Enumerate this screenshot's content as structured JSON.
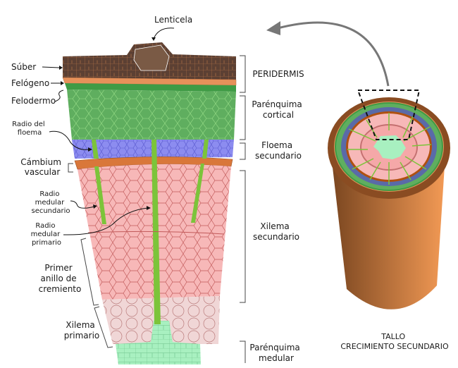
{
  "title": "Tallo crecimiento secundario",
  "left_labels": {
    "lenticela": "Lenticela",
    "suber": "Súber",
    "felogeno": "Felógeno",
    "felodermo": "Felodermo",
    "radio_floema": [
      "Radio del",
      "floema"
    ],
    "cambium": [
      "Cámbium",
      "vascular"
    ],
    "radio_medular_sec": [
      "Radio",
      "medular",
      "secundario"
    ],
    "radio_medular_prim": [
      "Radio",
      "medular",
      "primario"
    ],
    "primer_anillo": [
      "Primer",
      "anillo de",
      "cremiento"
    ],
    "xilema_primario": [
      "Xilema",
      "primario"
    ]
  },
  "right_labels": {
    "peridermis": "PERIDERMIS",
    "parenquima_cortical": [
      "Parénquima",
      "cortical"
    ],
    "floema_secundario": [
      "Floema",
      "secundario"
    ],
    "xilema_secundario": [
      "Xilema",
      "secundario"
    ],
    "parenquima_medular": [
      "Parénquima",
      "medular"
    ]
  },
  "stem_caption": [
    "TALLO",
    "CRECIMIENTO SECUNDARIO"
  ],
  "colors": {
    "suber": "#5c4033",
    "felogeno": "#e6915a",
    "felodermo": "#3f9b45",
    "cortex": "#5fae5f",
    "floema": "#8c8cf0",
    "cambium": "#d9773a",
    "xilema_sec": "#f7b8b8",
    "xilema_prim": "#f0d6d6",
    "medula": "#a8f0c0",
    "ray": "#7cc43a",
    "bark_dark": "#7a4620",
    "bark_light": "#f39a55",
    "arrow": "#777777"
  }
}
